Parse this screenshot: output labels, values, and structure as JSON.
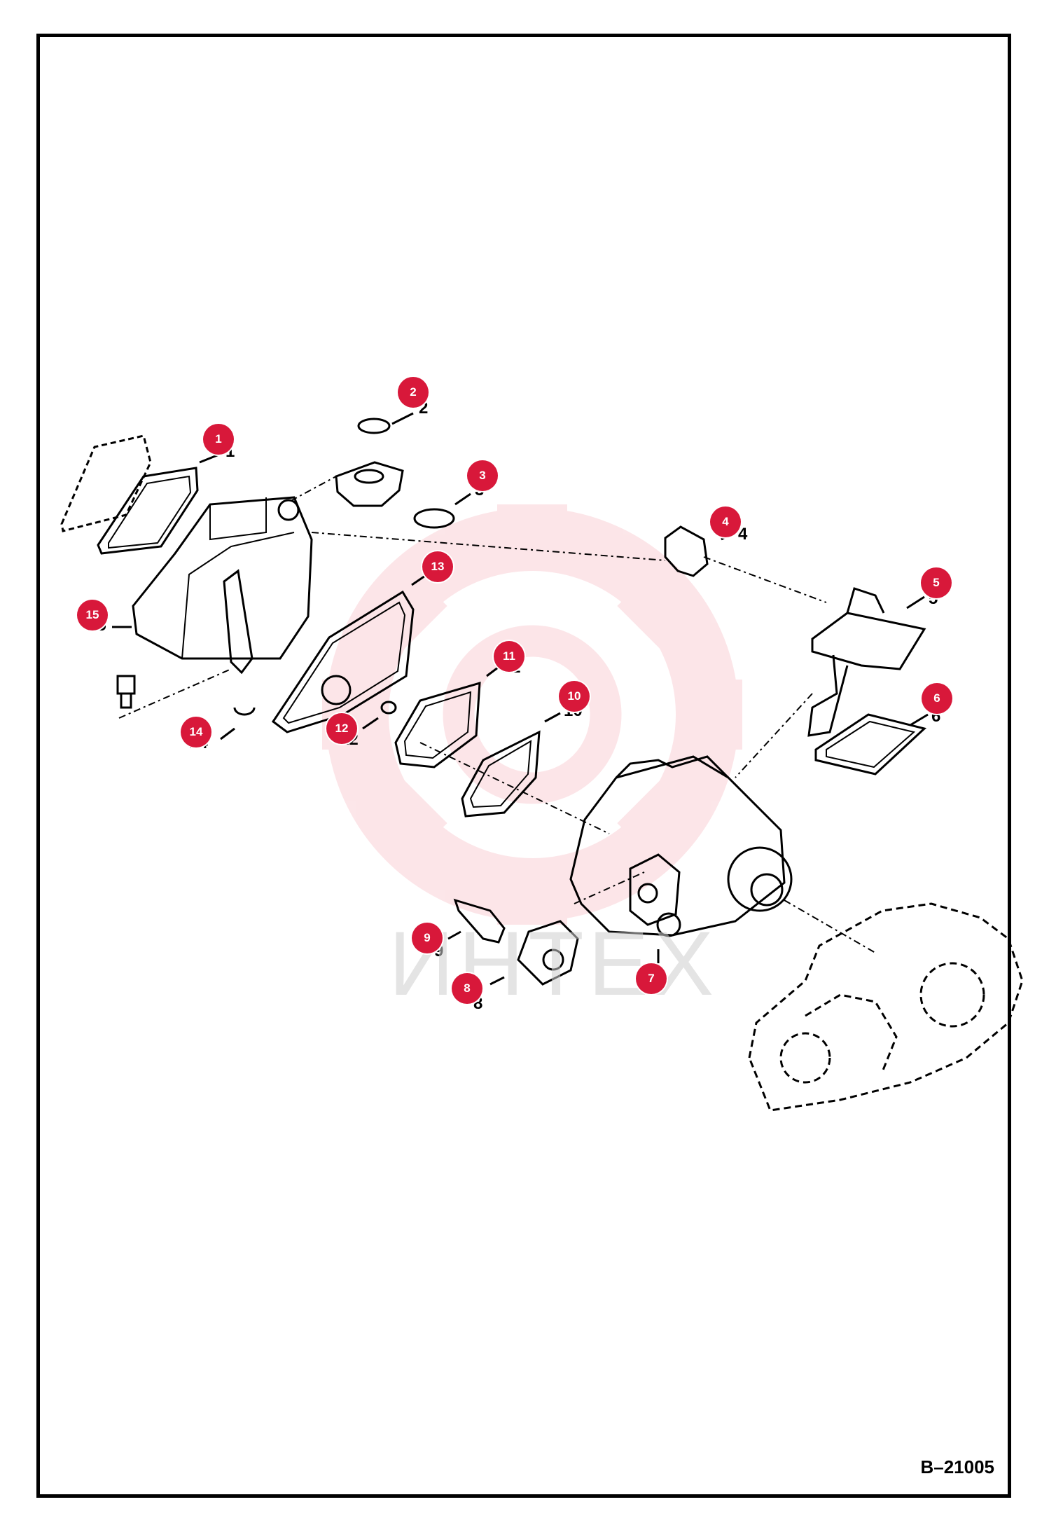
{
  "diagram": {
    "figure_code": "B–21005",
    "watermark_text": "ИНТЕХ",
    "colors": {
      "callout": "#d8183a",
      "line": "#000000",
      "watermark": "#f7b7bf"
    },
    "callouts": [
      {
        "label": "1"
      },
      {
        "label": "2"
      },
      {
        "label": "3"
      },
      {
        "label": "4"
      },
      {
        "label": "5"
      },
      {
        "label": "6"
      },
      {
        "label": "7"
      },
      {
        "label": "8"
      },
      {
        "label": "9"
      },
      {
        "label": "10"
      },
      {
        "label": "11"
      },
      {
        "label": "12"
      },
      {
        "label": "13"
      },
      {
        "label": "14"
      },
      {
        "label": "15"
      }
    ]
  }
}
